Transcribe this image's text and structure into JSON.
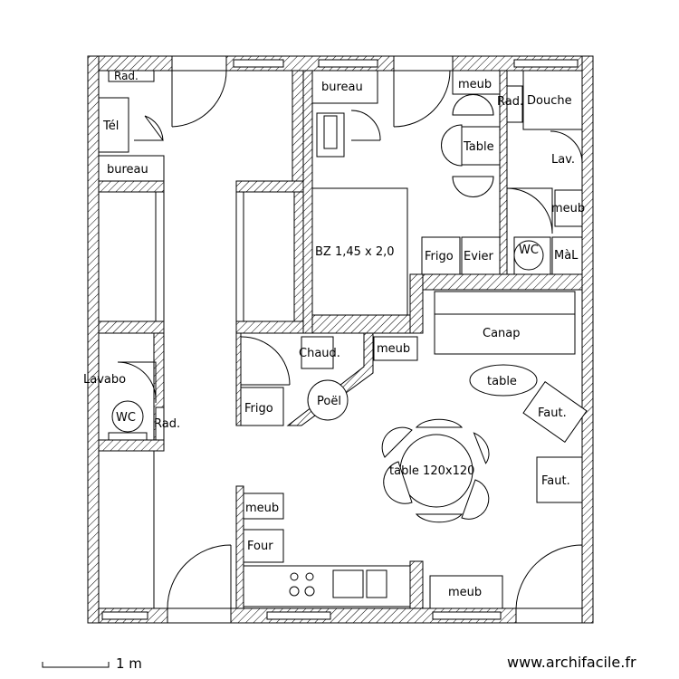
{
  "labels": {
    "rad_top": "Rad.",
    "tel": "Tél",
    "bureau_left": "bureau",
    "bureau_top": "bureau",
    "meub_top": "meub",
    "rad_right": "Rad.",
    "douche": "Douche",
    "table_small": "Table",
    "lav": "Lav.",
    "meub_right": "meub",
    "bed": "BZ 1,45 x 2,0",
    "frigo_kitchen": "Frigo",
    "evier": "Evier",
    "wc_right": "WC",
    "mal": "MàL",
    "canap": "Canap",
    "chaud": "Chaud.",
    "meub_mid": "meub",
    "table_oval": "table",
    "faut_1": "Faut.",
    "faut_2": "Faut.",
    "lavabo": "Lavabo",
    "wc_left": "WC",
    "rad_left": "Rad.",
    "frigo_entry": "Frigo",
    "poel": "Poël",
    "table_round": "table 120x120",
    "meub_low": "meub",
    "four": "Four",
    "meub_bottom": "meub"
  },
  "scale_label": "1 m",
  "watermark": "www.archifacile.fr"
}
